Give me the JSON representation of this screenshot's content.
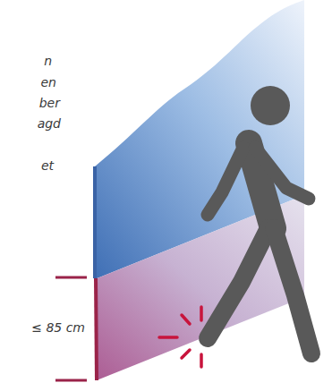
{
  "diagram": {
    "labels": [
      "n",
      "en",
      "ber",
      "agd",
      "et",
      "≤ 85 cm"
    ]
  }
}
